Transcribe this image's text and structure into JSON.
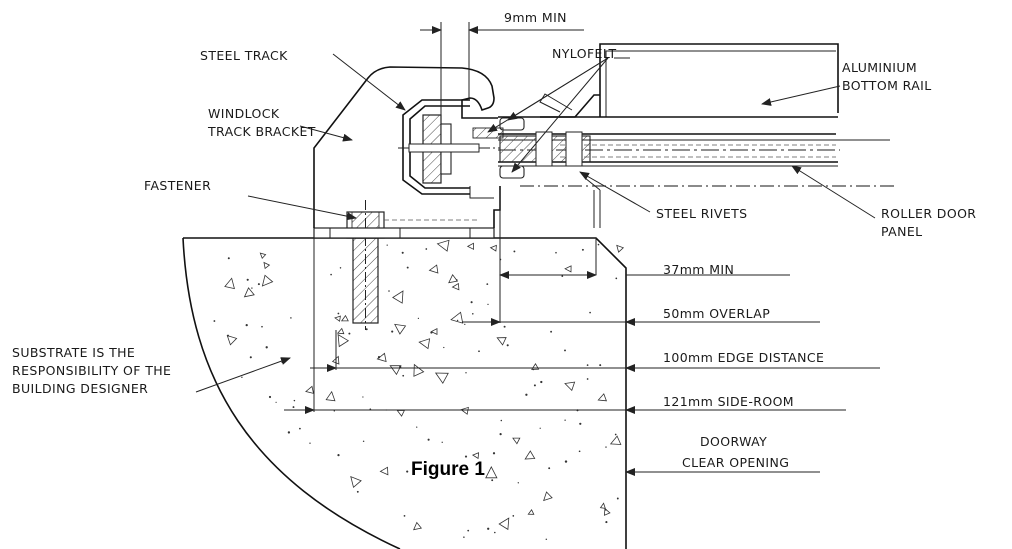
{
  "labels": {
    "dim_9mm": "9mm MIN",
    "steel_track": "STEEL TRACK",
    "nylofelt": "NYLOFELT",
    "aluminium_1": "ALUMINIUM",
    "aluminium_2": "BOTTOM RAIL",
    "windlock_1": "WINDLOCK",
    "windlock_2": "TRACK BRACKET",
    "fastener": "FASTENER",
    "steel_rivets": "STEEL RIVETS",
    "roller_1": "ROLLER DOOR",
    "roller_2": "PANEL",
    "dim_37mm": "37mm MIN",
    "dim_50mm": "50mm OVERLAP",
    "dim_100mm": "100mm EDGE DISTANCE",
    "dim_121mm": "121mm SIDE-ROOM",
    "doorway_1": "DOORWAY",
    "doorway_2": "CLEAR OPENING",
    "substrate_1": "SUBSTRATE IS THE",
    "substrate_2": "RESPONSIBILITY OF THE",
    "substrate_3": "BUILDING DESIGNER",
    "figure": "Figure 1"
  },
  "colors": {
    "line": "#222222",
    "background": "#ffffff"
  }
}
